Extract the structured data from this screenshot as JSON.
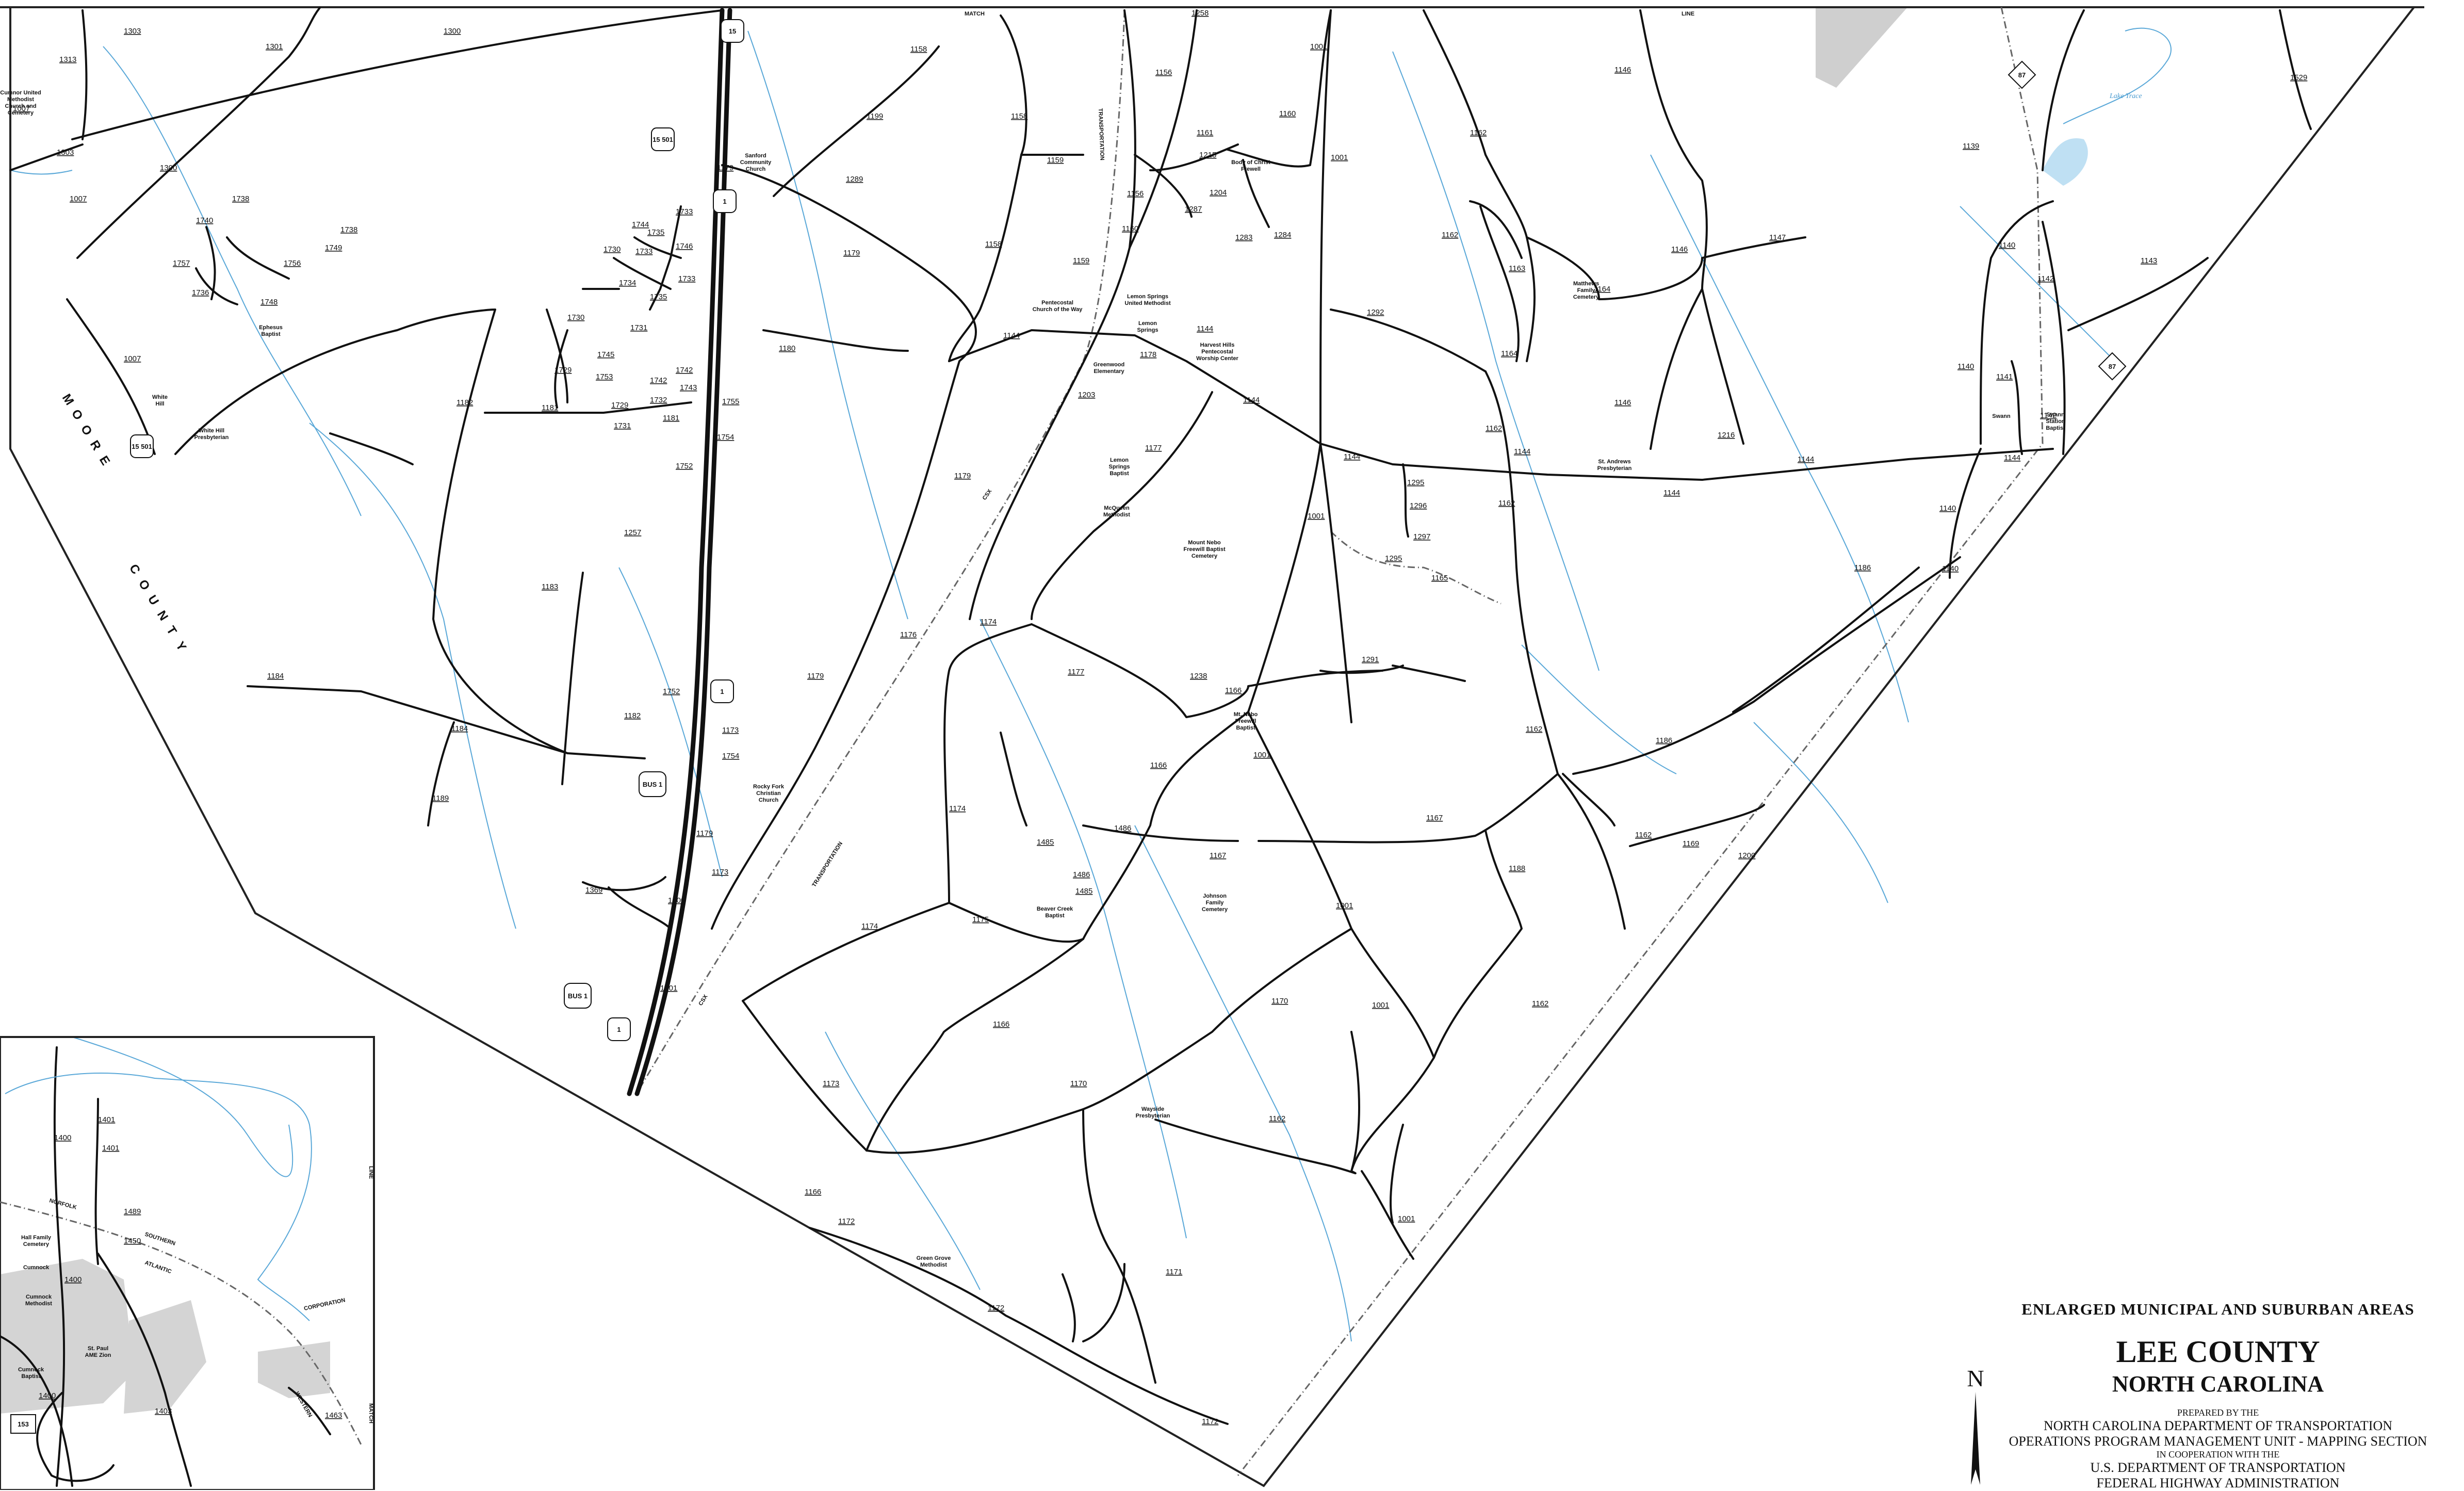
{
  "map": {
    "county_label_letters": [
      "M",
      "O",
      "O",
      "R",
      "E",
      "C",
      "O",
      "U",
      "N",
      "T",
      "Y"
    ],
    "top_labels": [
      "MATCH",
      "LINE"
    ],
    "corner_labels": [
      "LINE",
      "MATCH"
    ],
    "water_labels": [
      "Lake Trace"
    ],
    "road_labels": [
      {
        "id": "r1313",
        "text": "1313"
      },
      {
        "id": "r1303a",
        "text": "1303"
      },
      {
        "id": "r1300a",
        "text": "1300"
      },
      {
        "id": "r1301",
        "text": "1301"
      },
      {
        "id": "r1007a",
        "text": "1007"
      },
      {
        "id": "r1303b",
        "text": "1303"
      },
      {
        "id": "r1007b",
        "text": "1007"
      },
      {
        "id": "r1300b",
        "text": "1300"
      },
      {
        "id": "r1738a",
        "text": "1738"
      },
      {
        "id": "r1740",
        "text": "1740"
      },
      {
        "id": "r1738b",
        "text": "1738"
      },
      {
        "id": "r1749",
        "text": "1749"
      },
      {
        "id": "r1757",
        "text": "1757"
      },
      {
        "id": "r1756",
        "text": "1756"
      },
      {
        "id": "r1736",
        "text": "1736"
      },
      {
        "id": "r1748",
        "text": "1748"
      },
      {
        "id": "r1007c",
        "text": "1007"
      },
      {
        "id": "r1158a",
        "text": "1158"
      },
      {
        "id": "r1199",
        "text": "1199"
      },
      {
        "id": "r1289",
        "text": "1289"
      },
      {
        "id": "r1179a",
        "text": "1179"
      },
      {
        "id": "r1158b",
        "text": "1158"
      },
      {
        "id": "r1159a",
        "text": "1159"
      },
      {
        "id": "r1158c",
        "text": "1158"
      },
      {
        "id": "r1159b",
        "text": "1159"
      },
      {
        "id": "r1258",
        "text": "1258"
      },
      {
        "id": "r1156a",
        "text": "1156"
      },
      {
        "id": "r1161",
        "text": "1161"
      },
      {
        "id": "r1215",
        "text": "1215"
      },
      {
        "id": "r1160a",
        "text": "1160"
      },
      {
        "id": "r1001a",
        "text": "1001"
      },
      {
        "id": "r1287",
        "text": "1287"
      },
      {
        "id": "r1204",
        "text": "1204"
      },
      {
        "id": "r1156b",
        "text": "1156"
      },
      {
        "id": "r1160b",
        "text": "1160"
      },
      {
        "id": "r1283",
        "text": "1283"
      },
      {
        "id": "r1284",
        "text": "1284"
      },
      {
        "id": "r1001b",
        "text": "1001"
      },
      {
        "id": "r1146a",
        "text": "1146"
      },
      {
        "id": "r1162a",
        "text": "1162"
      },
      {
        "id": "r1529",
        "text": "1529"
      },
      {
        "id": "r1139",
        "text": "1139"
      },
      {
        "id": "r1744",
        "text": "1744"
      },
      {
        "id": "r1733a",
        "text": "1733"
      },
      {
        "id": "r1735a",
        "text": "1735"
      },
      {
        "id": "r1746",
        "text": "1746"
      },
      {
        "id": "r1730a",
        "text": "1730"
      },
      {
        "id": "r1733b",
        "text": "1733"
      },
      {
        "id": "r1733c",
        "text": "1733"
      },
      {
        "id": "r1734",
        "text": "1734"
      },
      {
        "id": "r1735b",
        "text": "1735"
      },
      {
        "id": "r1730b",
        "text": "1730"
      },
      {
        "id": "r1731a",
        "text": "1731"
      },
      {
        "id": "r1745",
        "text": "1745"
      },
      {
        "id": "r1729a",
        "text": "1729"
      },
      {
        "id": "r1753",
        "text": "1753"
      },
      {
        "id": "r1742a",
        "text": "1742"
      },
      {
        "id": "r1742b",
        "text": "1742"
      },
      {
        "id": "r1743",
        "text": "1743"
      },
      {
        "id": "r1732",
        "text": "1732"
      },
      {
        "id": "r1729b",
        "text": "1729"
      },
      {
        "id": "r1755",
        "text": "1755"
      },
      {
        "id": "r1181a",
        "text": "1181"
      },
      {
        "id": "r1731b",
        "text": "1731"
      },
      {
        "id": "r1181b",
        "text": "1181"
      },
      {
        "id": "r1182a",
        "text": "1182"
      },
      {
        "id": "r1754a",
        "text": "1754"
      },
      {
        "id": "r1752a",
        "text": "1752"
      },
      {
        "id": "r1180",
        "text": "1180"
      },
      {
        "id": "r1179b",
        "text": "1179"
      },
      {
        "id": "r1144a",
        "text": "1144"
      },
      {
        "id": "r1203",
        "text": "1203"
      },
      {
        "id": "r1178",
        "text": "1178"
      },
      {
        "id": "r1144b",
        "text": "1144"
      },
      {
        "id": "r1144c",
        "text": "1144"
      },
      {
        "id": "r1163",
        "text": "1163"
      },
      {
        "id": "r1146b",
        "text": "1146"
      },
      {
        "id": "r1147",
        "text": "1147"
      },
      {
        "id": "r1164a",
        "text": "1164"
      },
      {
        "id": "r1162b",
        "text": "1162"
      },
      {
        "id": "r1292",
        "text": "1292"
      },
      {
        "id": "r1164b",
        "text": "1164"
      },
      {
        "id": "r1146c",
        "text": "1146"
      },
      {
        "id": "r1162c",
        "text": "1162"
      },
      {
        "id": "r1216",
        "text": "1216"
      },
      {
        "id": "r1144d",
        "text": "1144"
      },
      {
        "id": "r1144e",
        "text": "1144"
      },
      {
        "id": "r1144f",
        "text": "1144"
      },
      {
        "id": "r1144g",
        "text": "1144"
      },
      {
        "id": "r1140a",
        "text": "1140"
      },
      {
        "id": "r1142a",
        "text": "1142"
      },
      {
        "id": "r1143",
        "text": "1143"
      },
      {
        "id": "r1140b",
        "text": "1140"
      },
      {
        "id": "r1141",
        "text": "1141"
      },
      {
        "id": "r1142b",
        "text": "1142"
      },
      {
        "id": "r1144h",
        "text": "1144"
      },
      {
        "id": "r1140c",
        "text": "1140"
      },
      {
        "id": "r1186a",
        "text": "1186"
      },
      {
        "id": "r1140d",
        "text": "1140"
      },
      {
        "id": "r1177",
        "text": "1177"
      },
      {
        "id": "r1001c",
        "text": "1001"
      },
      {
        "id": "r1295a",
        "text": "1295"
      },
      {
        "id": "r1296",
        "text": "1296"
      },
      {
        "id": "r1297",
        "text": "1297"
      },
      {
        "id": "r1295b",
        "text": "1295"
      },
      {
        "id": "r1165",
        "text": "1165"
      },
      {
        "id": "r1162d",
        "text": "1162"
      },
      {
        "id": "r1257",
        "text": "1257"
      },
      {
        "id": "r1183",
        "text": "1183"
      },
      {
        "id": "r1184a",
        "text": "1184"
      },
      {
        "id": "r1184b",
        "text": "1184"
      },
      {
        "id": "r1752b",
        "text": "1752"
      },
      {
        "id": "r1182b",
        "text": "1182"
      },
      {
        "id": "r1173a",
        "text": "1173"
      },
      {
        "id": "r1754b",
        "text": "1754"
      },
      {
        "id": "r1179c",
        "text": "1179"
      },
      {
        "id": "r1189",
        "text": "1189"
      },
      {
        "id": "r1176",
        "text": "1176"
      },
      {
        "id": "r1174a",
        "text": "1174"
      },
      {
        "id": "r1177b",
        "text": "1177"
      },
      {
        "id": "r1238",
        "text": "1238"
      },
      {
        "id": "r1166a",
        "text": "1166"
      },
      {
        "id": "r1291",
        "text": "1291"
      },
      {
        "id": "r1179d",
        "text": "1179"
      },
      {
        "id": "r1001d",
        "text": "1001"
      },
      {
        "id": "r1166b",
        "text": "1166"
      },
      {
        "id": "r1174b",
        "text": "1174"
      },
      {
        "id": "r1486a",
        "text": "1486"
      },
      {
        "id": "r1485a",
        "text": "1485"
      },
      {
        "id": "r1486b",
        "text": "1486"
      },
      {
        "id": "r1485b",
        "text": "1485"
      },
      {
        "id": "r1167a",
        "text": "1167"
      },
      {
        "id": "r1167b",
        "text": "1167"
      },
      {
        "id": "r1162e",
        "text": "1162"
      },
      {
        "id": "r1186b",
        "text": "1186"
      },
      {
        "id": "r1169",
        "text": "1169"
      },
      {
        "id": "r1200",
        "text": "1200"
      },
      {
        "id": "r1162f",
        "text": "1162"
      },
      {
        "id": "r1188",
        "text": "1188"
      },
      {
        "id": "r1001e",
        "text": "1001"
      },
      {
        "id": "r1369",
        "text": "1369"
      },
      {
        "id": "r1600",
        "text": "1600"
      },
      {
        "id": "r1179e",
        "text": "1179"
      },
      {
        "id": "r1173b",
        "text": "1173"
      },
      {
        "id": "r1601",
        "text": "1601"
      },
      {
        "id": "r1174c",
        "text": "1174"
      },
      {
        "id": "r1175",
        "text": "1175"
      },
      {
        "id": "r1166c",
        "text": "1166"
      },
      {
        "id": "r1170a",
        "text": "1170"
      },
      {
        "id": "r1001f",
        "text": "1001"
      },
      {
        "id": "r1162g",
        "text": "1162"
      },
      {
        "id": "r1170b",
        "text": "1170"
      },
      {
        "id": "r1173c",
        "text": "1173"
      },
      {
        "id": "r1162h",
        "text": "1162"
      },
      {
        "id": "r1166d",
        "text": "1166"
      },
      {
        "id": "r1172a",
        "text": "1172"
      },
      {
        "id": "r1001g",
        "text": "1001"
      },
      {
        "id": "r1171",
        "text": "1171"
      },
      {
        "id": "r1172b",
        "text": "1172"
      },
      {
        "id": "r1172c",
        "text": "1172"
      }
    ],
    "place_labels": [
      {
        "id": "p-cumnock-umc",
        "lines": [
          "Cumnor United",
          "Methodist",
          "Church and",
          "Cemetery"
        ]
      },
      {
        "id": "p-sanford-cc",
        "lines": [
          "Sanford",
          "Community",
          "Church"
        ]
      },
      {
        "id": "p-ephesus",
        "lines": [
          "Ephesus",
          "Baptist"
        ]
      },
      {
        "id": "p-white-hill",
        "lines": [
          "White",
          "Hill"
        ]
      },
      {
        "id": "p-white-hill-pres",
        "lines": [
          "White Hill",
          "Presbyterian"
        ]
      },
      {
        "id": "p-body-of-christ",
        "lines": [
          "Body of Christ",
          "Frewell"
        ]
      },
      {
        "id": "p-pentecostal",
        "lines": [
          "Pentecostal",
          "Church of the Way"
        ]
      },
      {
        "id": "p-lemon-springs-um",
        "lines": [
          "Lemon Springs",
          "United Methodist"
        ]
      },
      {
        "id": "p-lemon-springs",
        "lines": [
          "Lemon",
          "Springs"
        ]
      },
      {
        "id": "p-greenwood",
        "lines": [
          "Greenwood",
          "Elementary"
        ]
      },
      {
        "id": "p-harvest-hills",
        "lines": [
          "Harvest Hills",
          "Pentecostal",
          "Worship Center"
        ]
      },
      {
        "id": "p-matthews",
        "lines": [
          "Matthews",
          "Family",
          "Cemetery"
        ]
      },
      {
        "id": "p-st-andrews",
        "lines": [
          "St. Andrews",
          "Presbyterian"
        ]
      },
      {
        "id": "p-swann",
        "lines": [
          "Swann"
        ]
      },
      {
        "id": "p-swann-station",
        "lines": [
          "Swann",
          "Station",
          "Baptist"
        ]
      },
      {
        "id": "p-lemon-springs-baptist",
        "lines": [
          "Lemon",
          "Springs",
          "Baptist"
        ]
      },
      {
        "id": "p-mcqueen",
        "lines": [
          "McQueen",
          "Methodist"
        ]
      },
      {
        "id": "p-mount-nebo",
        "lines": [
          "Mount Nebo",
          "Freewill Baptist",
          "Cemetery"
        ]
      },
      {
        "id": "p-mt-nebo",
        "lines": [
          "Mt. Nebo",
          "Freewill",
          "Baptist"
        ]
      },
      {
        "id": "p-rocky-fork",
        "lines": [
          "Rocky Fork",
          "Christian",
          "Church"
        ]
      },
      {
        "id": "p-beaver-creek",
        "lines": [
          "Beaver Creek",
          "Baptist"
        ]
      },
      {
        "id": "p-johnson",
        "lines": [
          "Johnson",
          "Family",
          "Cemetery"
        ]
      },
      {
        "id": "p-wayside",
        "lines": [
          "Wayside",
          "Presbyterian"
        ]
      },
      {
        "id": "p-green-grove",
        "lines": [
          "Green Grove",
          "Methodist"
        ]
      }
    ],
    "rail_labels": [
      "TRANSPORTATION",
      "CSX",
      "TRANSPORTATION",
      "CSX"
    ],
    "shields": [
      {
        "id": "s-us15-top",
        "text": "15"
      },
      {
        "id": "s-us15-501",
        "text": "15 501"
      },
      {
        "id": "s-us1-a",
        "text": "1"
      },
      {
        "id": "s-us15-501-b",
        "text": "15 501"
      },
      {
        "id": "s-us1-b",
        "text": "1"
      },
      {
        "id": "s-bus1-a",
        "text": "BUS 1"
      },
      {
        "id": "s-bus1-b",
        "text": "BUS 1"
      },
      {
        "id": "s-us1-c",
        "text": "1"
      },
      {
        "id": "s-nc87-a",
        "text": "87"
      },
      {
        "id": "s-nc87-b",
        "text": "87"
      }
    ]
  },
  "inset": {
    "road_labels": [
      {
        "id": "i1400a",
        "text": "1400"
      },
      {
        "id": "i1401a",
        "text": "1401"
      },
      {
        "id": "i1401b",
        "text": "1401"
      },
      {
        "id": "i1489",
        "text": "1489"
      },
      {
        "id": "i1450",
        "text": "1450"
      },
      {
        "id": "i1400b",
        "text": "1400"
      },
      {
        "id": "i1400c",
        "text": "1400"
      },
      {
        "id": "i1403",
        "text": "1403"
      },
      {
        "id": "i1463",
        "text": "1463"
      }
    ],
    "place_labels": [
      {
        "id": "ip-hall",
        "lines": [
          "Hall Family",
          "Cemetery"
        ]
      },
      {
        "id": "ip-cumnock",
        "lines": [
          "Cumnock"
        ]
      },
      {
        "id": "ip-cumnock-meth",
        "lines": [
          "Cumnock",
          "Methodist"
        ]
      },
      {
        "id": "ip-st-paul",
        "lines": [
          "St. Paul",
          "AME Zion"
        ]
      },
      {
        "id": "ip-cumnock-bapt",
        "lines": [
          "Cumnock",
          "Baptist"
        ]
      }
    ],
    "rail_labels": [
      "NORFOLK",
      "SOUTHERN",
      "ATLANTIC",
      "CORPORATION",
      "WESTERN"
    ],
    "shield": "153"
  },
  "title_block": {
    "heading": "ENLARGED MUNICIPAL AND SUBURBAN AREAS",
    "county": "LEE COUNTY",
    "state": "NORTH CAROLINA",
    "prepared_by": "PREPARED BY THE",
    "dept": "NORTH CAROLINA DEPARTMENT OF TRANSPORTATION",
    "unit": "OPERATIONS PROGRAM MANAGEMENT UNIT - MAPPING SECTION",
    "coop": "IN COOPERATION WITH THE",
    "usdot": "U.S. DEPARTMENT OF TRANSPORTATION",
    "fhwa": "FEDERAL HIGHWAY ADMINISTRATION"
  },
  "north_arrow": {
    "label": "N"
  }
}
